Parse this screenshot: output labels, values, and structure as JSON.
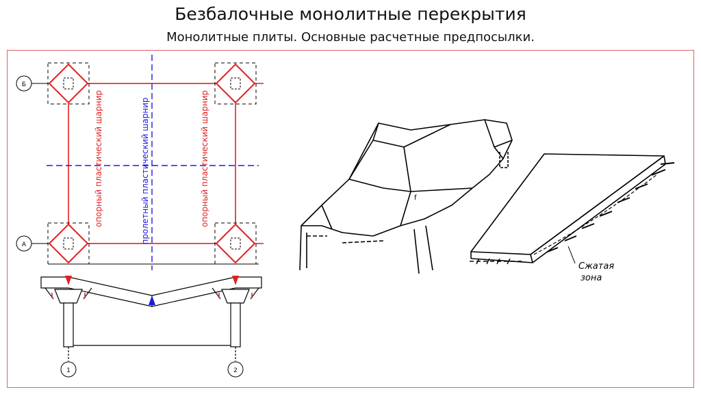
{
  "header": {
    "title": "Безбалочные монолитные перекрытия",
    "subtitle": "Монолитные плиты. Основные расчетные предпосылки."
  },
  "plan": {
    "axis_labels": [
      "Б",
      "А",
      "1",
      "2"
    ],
    "hinge_left": "опорный пластический шарнир",
    "hinge_mid": "пролетный пластический шарнир",
    "hinge_right": "опорный пластический шарнир"
  },
  "slab3d": {
    "zone_label_1": "Сжатая",
    "zone_label_2": "зона",
    "mark": "f"
  },
  "colors": {
    "support_hinge": "#e02020",
    "span_hinge": "#1a1adb",
    "frame": "#e06060",
    "drawing": "#000000"
  }
}
